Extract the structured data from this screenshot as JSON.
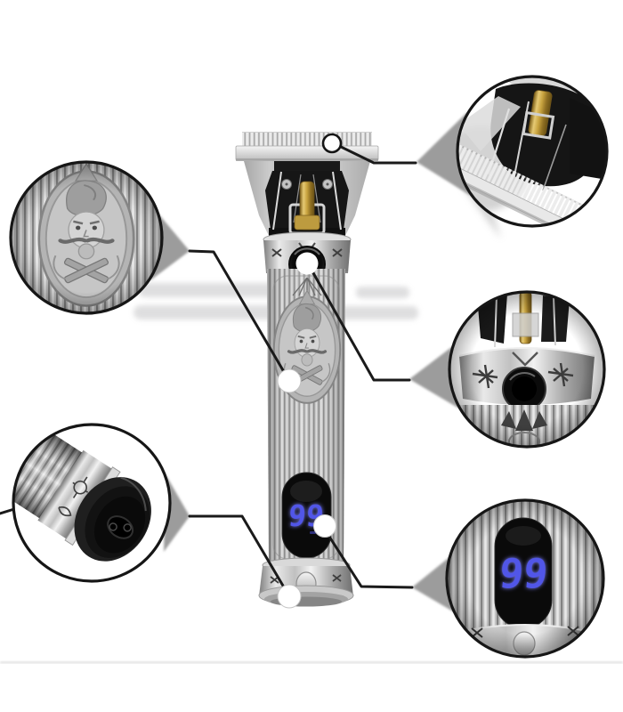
{
  "image": {
    "kind": "product-photo",
    "subject": "vintage-engraved-t-blade-cordless-hair-trimmer-with-five-zoom-detail-callouts"
  },
  "display": {
    "value": "99"
  },
  "colors": {
    "background": "#ffffff",
    "digit_blue": "#5156e8",
    "digit_glow": "#8084ff",
    "brass_gold": "#c7a23e",
    "callout_ring": "#161616",
    "connector_line": "#1a1a1a",
    "wedge_gray": "#9c9c9c",
    "display_black": "#0a0a0a"
  },
  "callouts": [
    {
      "id": "engraved-face",
      "icon": "magnifier-circle",
      "shows": "engraved-barber-face"
    },
    {
      "id": "blade-head",
      "icon": "magnifier-circle",
      "shows": "t-blade-cutter-head"
    },
    {
      "id": "power-button",
      "icon": "magnifier-circle",
      "shows": "power-button-and-collar"
    },
    {
      "id": "charging-port",
      "icon": "magnifier-circle",
      "shows": "bottom-two-pin-charging-port"
    },
    {
      "id": "led-display",
      "icon": "magnifier-circle",
      "shows": "led-battery-display",
      "value": "99"
    }
  ]
}
